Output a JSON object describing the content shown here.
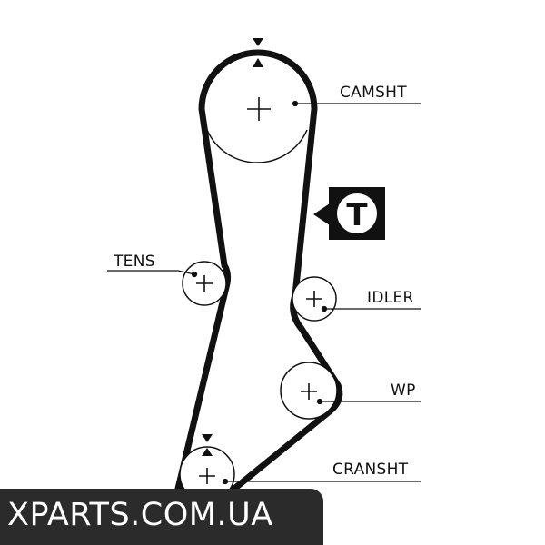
{
  "diagram": {
    "labels": {
      "camshaft": "CAMSHT",
      "tensioner": "TENS",
      "idler": "IDLER",
      "water_pump": "WP",
      "crankshaft": "CRANSHT"
    },
    "tensioner_badge": "T",
    "colors": {
      "belt": "#111111",
      "background": "#ffffff",
      "watermark_bg": "#2b2b2b",
      "watermark_text": "#ffffff"
    }
  },
  "watermark": {
    "text": "XPARTS.COM.UA"
  }
}
